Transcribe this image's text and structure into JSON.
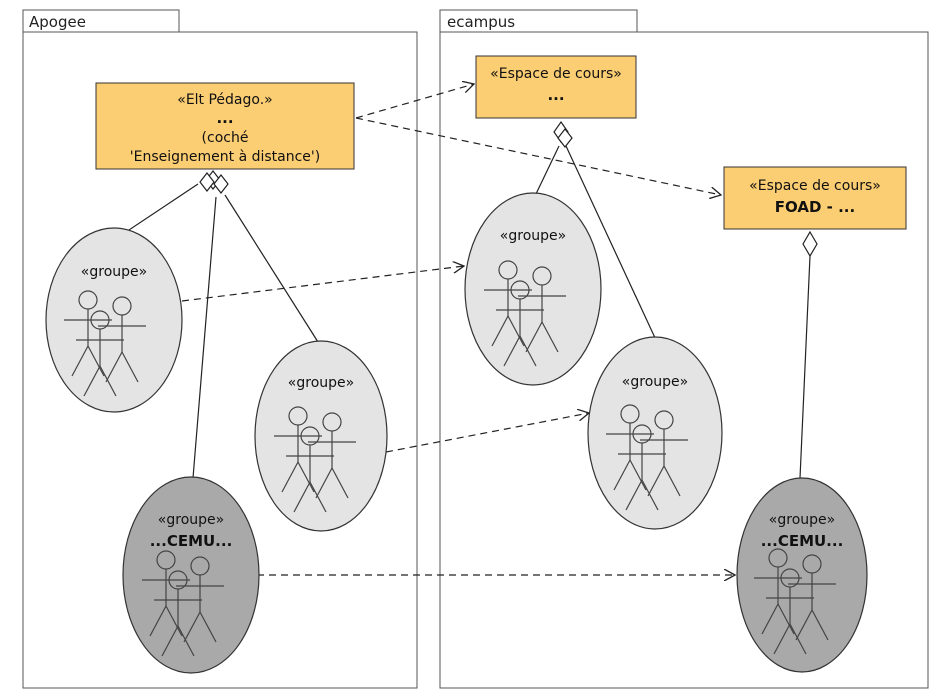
{
  "packages": {
    "apogee": {
      "name": "Apogee"
    },
    "ecampus": {
      "name": "ecampus"
    }
  },
  "elt_pedago": {
    "stereotype": "«Elt Pédago.»",
    "name": "...",
    "note_line1": "(coché",
    "note_line2": "'Enseignement à distance')"
  },
  "espace_cours": {
    "stereotype": "«Espace de cours»",
    "name": "..."
  },
  "espace_foad": {
    "stereotype": "«Espace de cours»",
    "name": "FOAD - ..."
  },
  "groups": {
    "apogee_1": {
      "stereotype": "«groupe»"
    },
    "apogee_2": {
      "stereotype": "«groupe»"
    },
    "apogee_cemu": {
      "stereotype": "«groupe»",
      "name": "...CEMU..."
    },
    "ecampus_1": {
      "stereotype": "«groupe»"
    },
    "ecampus_2": {
      "stereotype": "«groupe»"
    },
    "ecampus_cemu": {
      "stereotype": "«groupe»",
      "name": "...CEMU..."
    }
  },
  "colors": {
    "class_fill": "#fcce74",
    "group_light": "#e4e4e4",
    "group_dark": "#a9a9a9",
    "line": "#222222"
  }
}
